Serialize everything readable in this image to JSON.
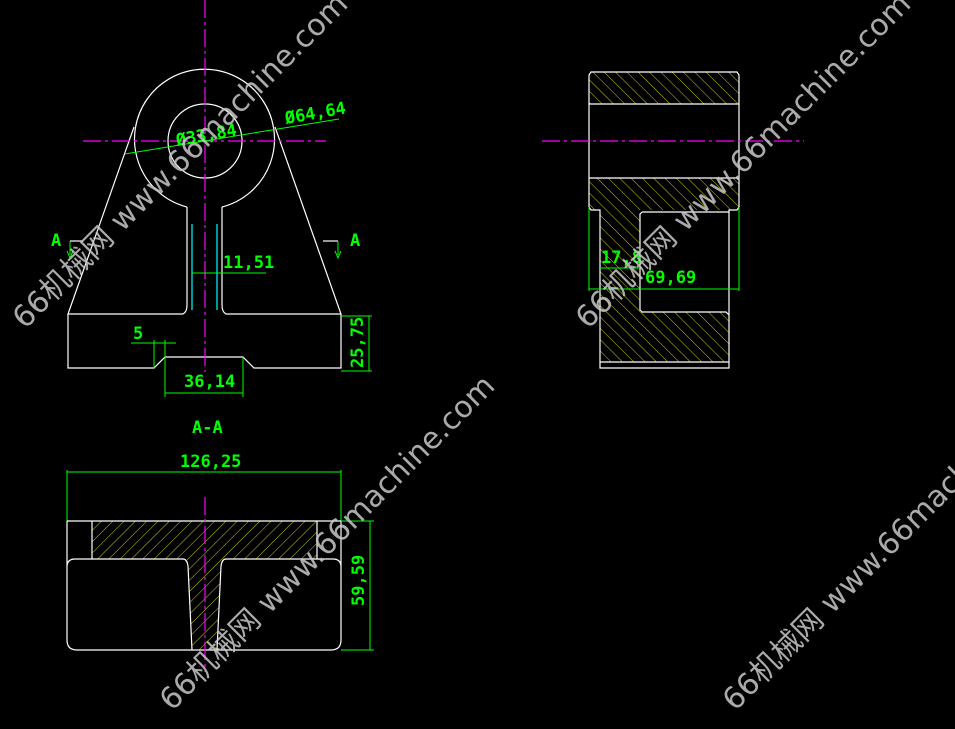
{
  "drawing": {
    "background": "#000000",
    "colors": {
      "outline": "#ffffff",
      "dimension": "#00ff00",
      "centerline": "#ff00ff",
      "hatch": "#ffff00",
      "hidden": "#00ffff"
    },
    "front_view": {
      "section_marker_left": "A",
      "section_marker_right": "A",
      "dims": {
        "outer_dia": "Ø64,64",
        "inner_dia": "Ø33,84",
        "web_width": "11,51",
        "chamfer": "5",
        "slot_width": "36,14",
        "base_height": "25,75"
      }
    },
    "side_view": {
      "dims": {
        "wall": "17,8",
        "width": "69,69"
      }
    },
    "section_view": {
      "title": "A-A",
      "dims": {
        "length": "126,25",
        "height": "59,59"
      }
    },
    "watermark": "66机械网 www.66machine.com"
  }
}
